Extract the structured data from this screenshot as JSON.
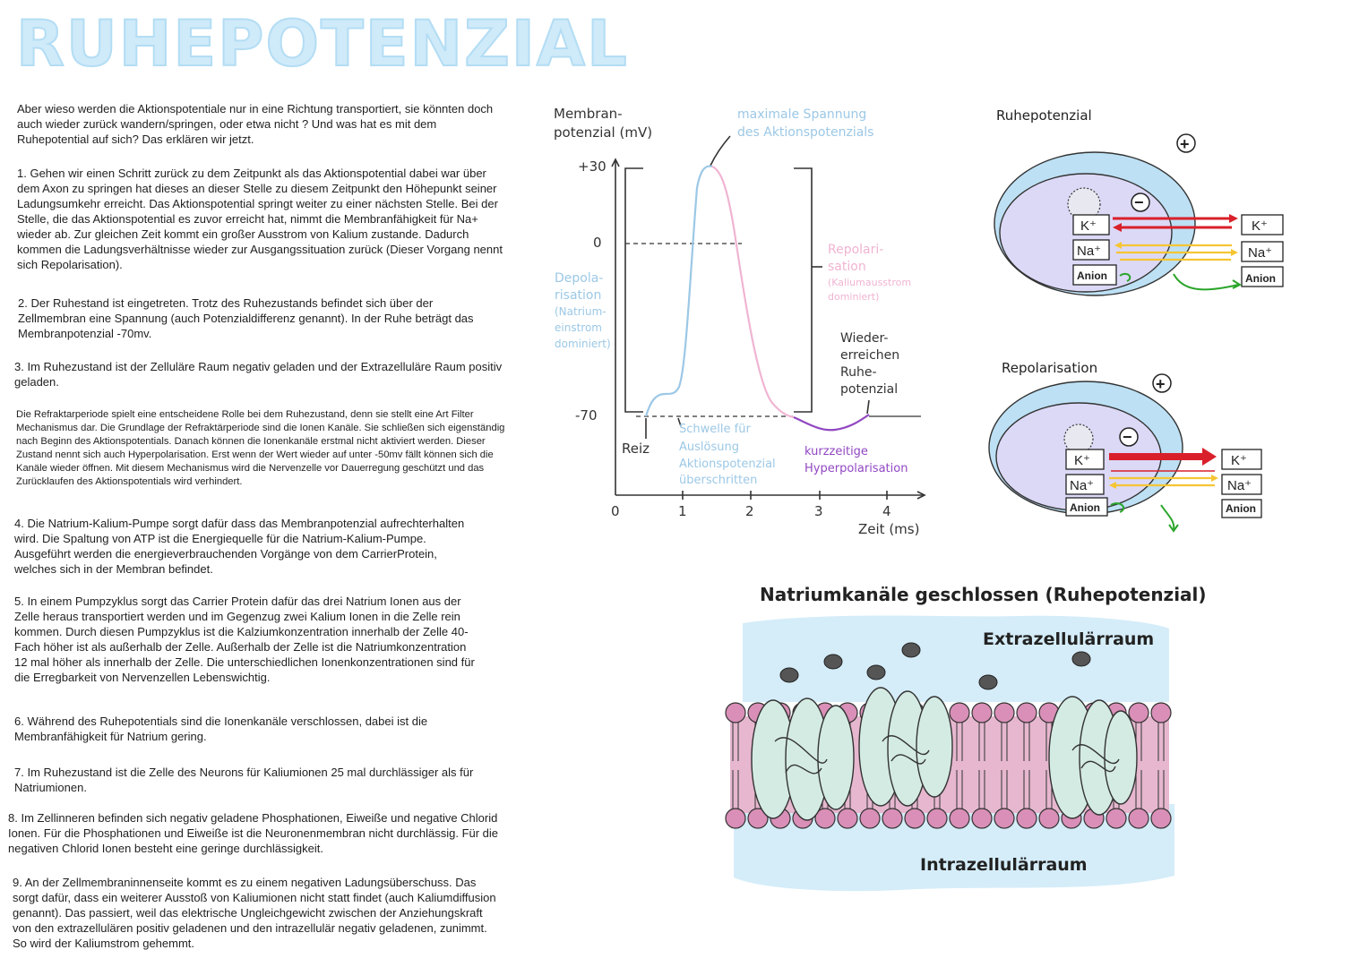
{
  "title": "RUHEPOTENZIAL",
  "colors": {
    "title": "#cfeaf9",
    "depolarisation": "#9cc8e6",
    "repolarisation": "#f0b4d2",
    "hyperpolarisation": "#9147c2",
    "cell_blue": "#bde0f4",
    "cell_inner": "#dcd9f7",
    "k_arrow": "#d9202a",
    "na_arrow": "#f5c533",
    "anion_arrow": "#2aa52a",
    "membrane_pink": "#e6b7cf",
    "channel_green": "#d4ebe3"
  },
  "paragraphs": [
    "Aber wieso werden die Aktionspotentiale nur in eine Richtung transportiert, sie könnten doch auch wieder zurück wandern/springen, oder etwa nicht ? Und was hat es mit dem Ruhepotential auf sich? Das erklären wir jetzt.",
    "1. Gehen wir einen Schritt zurück zu dem Zeitpunkt als das Aktionspotential dabei war über dem Axon zu springen hat dieses an dieser Stelle zu diesem Zeitpunkt den Höhepunkt seiner Ladungsumkehr erreicht. Das Aktionspotential springt weiter zu einer nächsten Stelle. Bei der Stelle, die das Aktionspotential es zuvor erreicht hat, nimmt die Membranfähigkeit für Na+ wieder ab. Zur gleichen Zeit kommt ein großer Ausstrom von Kalium zustande. Dadurch kommen die Ladungsverhältnisse wieder zur Ausgangssituation zurück (Dieser Vorgang nennt sich Repolarisation).",
    "2. Der Ruhestand ist eingetreten. Trotz des Ruhezustands befindet sich über der Zellmembran eine Spannung (auch Potenzialdifferenz genannt). In der Ruhe beträgt das Membranpotenzial -70mv.",
    "3. Im Ruhezustand ist der Zelluläre Raum negativ geladen und der Extrazelluläre Raum positiv geladen.",
    "Die Refraktarperiode spielt eine entscheidene Rolle bei dem Ruhezustand, denn sie stellt eine Art Filter Mechanismus dar. Die Grundlage der Refraktärperiode sind die Ionen Kanäle. Sie schließen sich eigenständig nach Beginn des Aktionspotentials. Danach können die Ionenkanäle erstmal nicht aktiviert werden. Dieser Zustand nennt sich auch Hyperpolarisation. Erst wenn der Wert wieder auf unter -50mv fällt können sich die Kanäle wieder öffnen. Mit diesem Mechanismus wird die Nervenzelle vor Dauerregung geschützt und das Zurücklaufen des Aktionspotentials wird verhindert.",
    "4. Die Natrium-Kalium-Pumpe sorgt dafür dass das Membranpotenzial aufrechterhalten wird. Die Spaltung von ATP ist die Energiequelle für die Natrium-Kalium-Pumpe. Ausgeführt werden die energieverbrauchenden Vorgänge von dem CarrierProtein, welches sich in der Membran befindet.",
    "5. In einem Pumpzyklus sorgt das Carrier Protein dafür das drei Natrium Ionen aus der Zelle heraus transportiert werden und im Gegenzug zwei Kalium Ionen in die Zelle rein kommen. Durch diesen Pumpzyklus ist die Kalziumkonzentration innerhalb der Zelle 40-Fach höher ist als außerhalb der Zelle. Außerhalb der Zelle ist die Natriumkonzentration 12 mal höher als innerhalb der Zelle. Die unterschiedlichen Ionenkonzentrationen sind für die Erregbarkeit von Nervenzellen Lebenswichtig.",
    "6. Während des Ruhepotentials sind die Ionenkanäle verschlossen, dabei ist die Membranfähigkeit für Natrium gering.",
    "7. Im Ruhezustand ist die Zelle des Neurons für Kaliumionen 25 mal durchlässiger als für Natriumionen.",
    "8. Im Zellinneren befinden sich negativ geladene Phosphationen, Eiweiße und negative Chlorid Ionen. Für die Phosphationen und Eiweiße ist die Neuronenmembran nicht durchlässig. Für die negativen Chlorid Ionen besteht eine geringe durchlässigkeit.",
    "9. An der Zellmembraninnenseite kommt es zu einem negativen Ladungsüberschuss. Das sorgt dafür, dass ein weiterer Ausstoß von Kaliumionen nicht statt findet (auch Kaliumdiffusion genannt). Das passiert, weil das elektrische Ungleichgewicht zwischen der Anziehungskraft von den extrazellulären positiv geladenen und den intrazellulär negativ geladenen, zunimmt. So wird der Kaliumstrom gehemmt."
  ],
  "graph": {
    "ylabel_1": "Membran-",
    "ylabel_2": "potenzial (mV)",
    "xlabel": "Zeit (ms)",
    "y_ticks": [
      "+30",
      "0",
      "-70"
    ],
    "x_ticks": [
      "0",
      "1",
      "2",
      "3",
      "4"
    ],
    "top_label_1": "maximale Spannung",
    "top_label_2": "des Aktionspotenzials",
    "depol": [
      "Depola-",
      "risation",
      "(Natrium-",
      "einstrom",
      "dominiert)"
    ],
    "repol": [
      "Repolari-",
      "sation",
      "(Kaliumausstrom",
      "dominiert)"
    ],
    "wieder": [
      "Wieder-",
      "erreichen",
      "Ruhe-",
      "potenzial"
    ],
    "reiz": "Reiz",
    "schwelle": [
      "Schwelle für",
      "Auslösung",
      "Aktionspotenzial",
      "überschritten"
    ],
    "hyper": [
      "kurzzeitige",
      "Hyperpolarisation"
    ]
  },
  "cells": {
    "ruhe_title": "Ruhepotenzial",
    "repol_title": "Repolarisation",
    "plus": "+",
    "minus": "−",
    "k": "K⁺",
    "na": "Na⁺",
    "anion": "Anion"
  },
  "membrane": {
    "title": "Natriumkanäle geschlossen (Ruhepotenzial)",
    "extra": "Extrazellulärraum",
    "intra": "Intrazellulärraum"
  }
}
